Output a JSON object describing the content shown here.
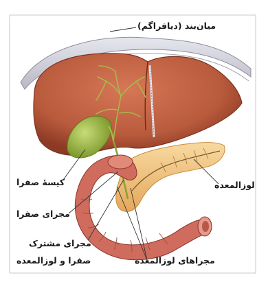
{
  "labels": {
    "diaphragm": "میان‌بند (دیافراگم)",
    "gallbladder": "کیسهٔ صفرا",
    "bile_duct": "مجرای صفرا",
    "common_duct_line1": "مجرای مشترک",
    "common_duct_line2": "صفرا و لوزالمعده",
    "pancreatic_ducts": "مجراهای لوزالمعده",
    "pancreas": "لوزالمعده"
  },
  "colors": {
    "liver": "#b85a3c",
    "liver_shadow": "#8c3a24",
    "gallbladder": "#9fb84a",
    "pancreas": "#f2c07a",
    "duodenum": "#cf6c5e",
    "diaphragm": "#c9c9d2"
  }
}
